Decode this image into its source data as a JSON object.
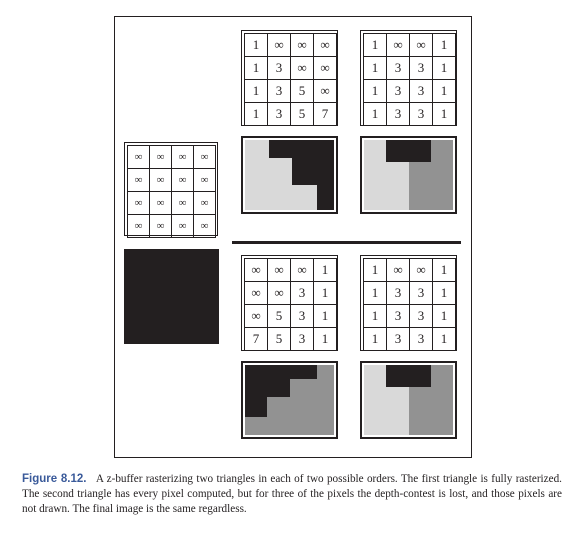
{
  "figure": {
    "initial_zbuffer": [
      [
        "∞",
        "∞",
        "∞",
        "∞"
      ],
      [
        "∞",
        "∞",
        "∞",
        "∞"
      ],
      [
        "∞",
        "∞",
        "∞",
        "∞"
      ],
      [
        "∞",
        "∞",
        "∞",
        "∞"
      ]
    ],
    "order_a": {
      "zbuffer_after_first": [
        [
          "1",
          "∞",
          "∞",
          "∞"
        ],
        [
          "1",
          "3",
          "∞",
          "∞"
        ],
        [
          "1",
          "3",
          "5",
          "∞"
        ],
        [
          "1",
          "3",
          "5",
          "7"
        ]
      ],
      "zbuffer_after_second": [
        [
          "1",
          "∞",
          "∞",
          "1"
        ],
        [
          "1",
          "3",
          "3",
          "1"
        ],
        [
          "1",
          "3",
          "3",
          "1"
        ],
        [
          "1",
          "3",
          "3",
          "1"
        ]
      ]
    },
    "order_b": {
      "zbuffer_after_first": [
        [
          "∞",
          "∞",
          "∞",
          "1"
        ],
        [
          "∞",
          "∞",
          "3",
          "1"
        ],
        [
          "∞",
          "5",
          "3",
          "1"
        ],
        [
          "7",
          "5",
          "3",
          "1"
        ]
      ],
      "zbuffer_after_second": [
        [
          "1",
          "∞",
          "∞",
          "1"
        ],
        [
          "1",
          "3",
          "3",
          "1"
        ],
        [
          "1",
          "3",
          "3",
          "1"
        ],
        [
          "1",
          "3",
          "3",
          "1"
        ]
      ]
    },
    "colors": {
      "background": "#231f20",
      "first_triangle_light": "#d9d9d9",
      "second_triangle_dark": "#929292"
    }
  },
  "caption": {
    "label": "Figure 8.12.",
    "text": "A z-buffer rasterizing two triangles in each of two possible orders. The first triangle is fully rasterized. The second triangle has every pixel computed, but for three of the pixels the depth-contest is lost, and those pixels are not drawn. The final image is the same regardless."
  }
}
